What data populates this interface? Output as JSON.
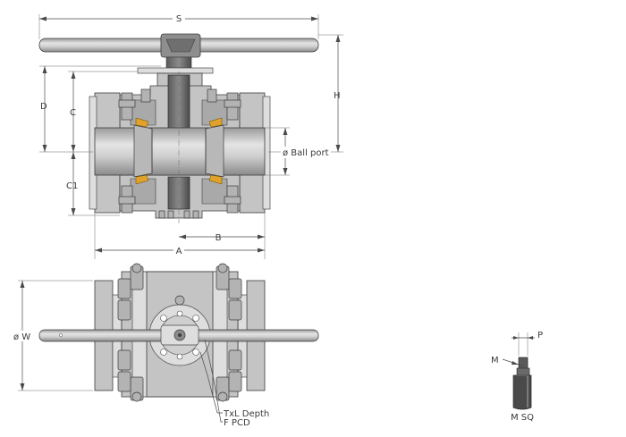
{
  "labels": {
    "S": "S",
    "H": "H",
    "D": "D",
    "C": "C",
    "C1": "C1",
    "ball_port": "ø Ball port",
    "B": "B",
    "A": "A",
    "W": "ø W",
    "TxL": "TxL Depth",
    "FPCD": "F PCD",
    "P": "P",
    "M": "M",
    "MSQ": "M SQ"
  },
  "colors": {
    "body": "#c4c4c4",
    "seal": "#e0a22a",
    "line": "#3c3c3c"
  }
}
